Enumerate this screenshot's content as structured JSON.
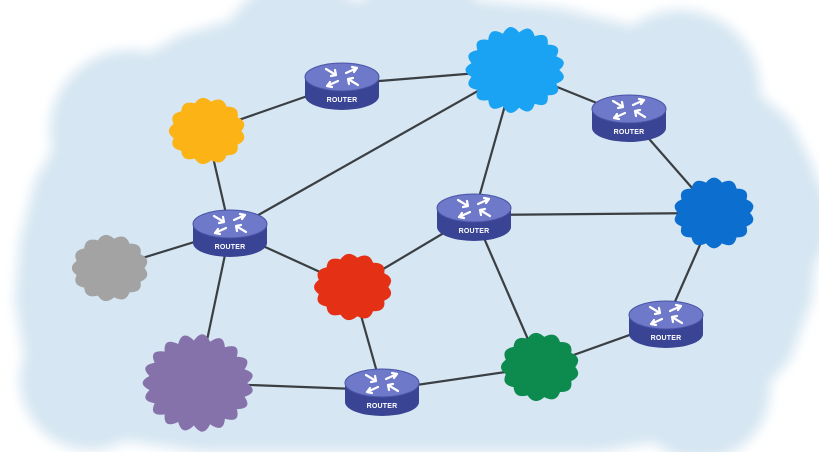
{
  "diagram": {
    "background_color": "#d6e6f2",
    "link_color": "#3a3f44",
    "router": {
      "label": "ROUTER",
      "icon": "router-icon",
      "top_color": "#6f79c9",
      "side_color": "#3a4494",
      "label_color": "#ffffff"
    },
    "routers": [
      {
        "id": "router-top-center",
        "label": "ROUTER"
      },
      {
        "id": "router-top-right",
        "label": "ROUTER"
      },
      {
        "id": "router-left",
        "label": "ROUTER"
      },
      {
        "id": "router-center",
        "label": "ROUTER"
      },
      {
        "id": "router-right",
        "label": "ROUTER"
      },
      {
        "id": "router-bottom",
        "label": "ROUTER"
      }
    ],
    "networks": [
      {
        "id": "cloud-light-blue",
        "color": "#1aa3f2"
      },
      {
        "id": "cloud-orange",
        "color": "#fbb316"
      },
      {
        "id": "cloud-dark-blue",
        "color": "#0c6fcf"
      },
      {
        "id": "cloud-gray",
        "color": "#a3a3a3"
      },
      {
        "id": "cloud-red",
        "color": "#e43015"
      },
      {
        "id": "cloud-green",
        "color": "#0d8a4e"
      },
      {
        "id": "cloud-purple",
        "color": "#8672ab"
      }
    ],
    "links": [
      [
        "cloud-orange",
        "router-top-center"
      ],
      [
        "router-top-center",
        "cloud-light-blue"
      ],
      [
        "cloud-light-blue",
        "router-top-right"
      ],
      [
        "router-top-right",
        "cloud-dark-blue"
      ],
      [
        "cloud-orange",
        "router-left"
      ],
      [
        "router-left",
        "cloud-light-blue"
      ],
      [
        "cloud-light-blue",
        "router-center"
      ],
      [
        "router-left",
        "cloud-gray"
      ],
      [
        "router-left",
        "cloud-red"
      ],
      [
        "router-left",
        "cloud-purple"
      ],
      [
        "cloud-red",
        "router-center"
      ],
      [
        "router-center",
        "cloud-dark-blue"
      ],
      [
        "router-center",
        "cloud-green"
      ],
      [
        "cloud-dark-blue",
        "router-right"
      ],
      [
        "router-right",
        "cloud-green"
      ],
      [
        "cloud-red",
        "router-bottom"
      ],
      [
        "cloud-purple",
        "router-bottom"
      ],
      [
        "router-bottom",
        "cloud-green"
      ]
    ]
  }
}
